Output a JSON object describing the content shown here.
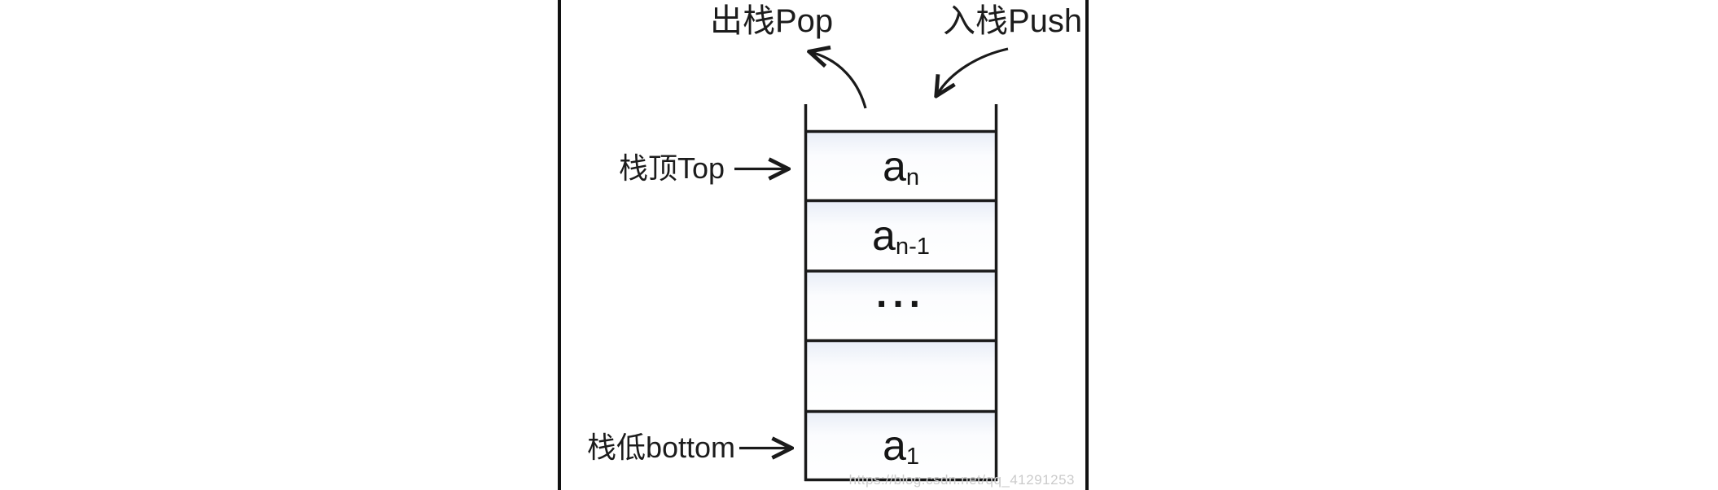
{
  "diagram": {
    "title_semantics": "stack push/pop diagram",
    "top_labels": {
      "pop": "出栈Pop",
      "push": "入栈Push"
    },
    "side_labels": {
      "top": "栈顶Top",
      "bottom": "栈低bottom"
    },
    "stack": {
      "cells": [
        {
          "name": "cell-an",
          "base": "a",
          "sub": "n"
        },
        {
          "name": "cell-an-1",
          "base": "a",
          "sub": "n-1"
        },
        {
          "name": "cell-ellipsis",
          "ellipsis": "..."
        },
        {
          "name": "cell-empty",
          "base": "",
          "sub": ""
        },
        {
          "name": "cell-a1",
          "base": "a",
          "sub": "1"
        }
      ]
    },
    "watermark": "https://blog.csdn.net/qq_41291253",
    "colors": {
      "line": "#1a1a1a",
      "cell_tint_top": "#e9eef7",
      "cell_body": "#ffffff",
      "watermark": "#cbcbcb",
      "background": "#ffffff"
    }
  }
}
